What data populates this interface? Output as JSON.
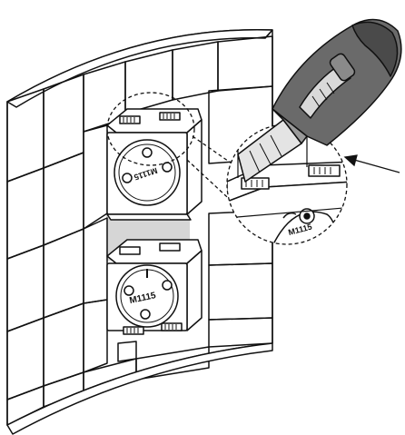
{
  "figure": {
    "colors": {
      "line": "#111111",
      "background": "#ffffff",
      "recess": "#d6d6d6",
      "knife_handle": "#6a6a6a",
      "knife_handle_dark": "#4a4a4a",
      "blade": "#e4e4e4"
    },
    "labels": {
      "box_upper_text": "M1115",
      "box_lower_text": "M1115",
      "box_zoom_text": "M1115"
    },
    "icons": [
      "utility-knife-icon",
      "magnifier-callout-icon",
      "pointer-arrow-icon"
    ]
  }
}
